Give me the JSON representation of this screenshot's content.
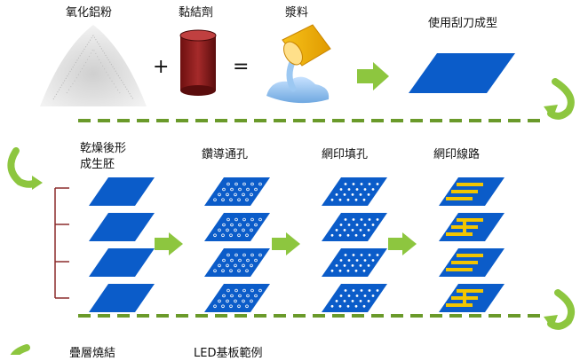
{
  "row1": {
    "alumina_label": "氧化鋁粉",
    "binder_label": "黏結劑",
    "slurry_label": "漿料",
    "doctor_blade_label": "使用刮刀成型",
    "plus_symbol": "+",
    "equals_symbol": "=",
    "slurry_color": "#f5b700",
    "binder_color": "#8b1a1a"
  },
  "row2": {
    "green_body_label_line1": "乾燥後形",
    "green_body_label_line2": "成生胚",
    "punch_via_label": "鑽導通孔",
    "print_fill_label": "網印填孔",
    "print_circuit_label": "網印線路",
    "sheet_color": "#0b5cc9",
    "circuit_color": "#f2c500"
  },
  "row3": {
    "lamination_label": "疊層燒結",
    "led_sample_label": "LED基板範例"
  },
  "theme": {
    "arrow_color": "#8dc63f",
    "dash_color": "#6a9a2a",
    "bracket_color": "#8b2a2a"
  }
}
